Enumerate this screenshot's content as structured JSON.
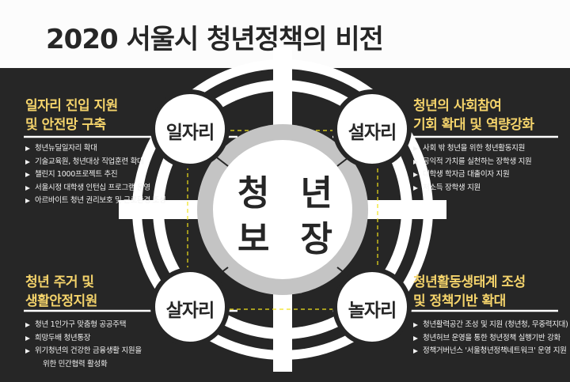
{
  "title": "2020 서울시 청년정책의 비전",
  "center": {
    "line1": [
      "청",
      "년"
    ],
    "line2": [
      "보",
      "장"
    ]
  },
  "nodes": {
    "top_left": "일자리",
    "top_right": "설자리",
    "bottom_left": "살자리",
    "bottom_right": "놀자리"
  },
  "panels": {
    "top_left": {
      "title_lines": [
        "일자리 진입 지원",
        "및 안전망 구축"
      ],
      "items": [
        "청년뉴딜일자리 확대",
        "기술교육원, 청년대상 직업훈련 확대",
        "챌린지 1000프로젝트 추진",
        "서울시정 대학생 인턴십 프로그램 운영",
        "아르바이트 청년 권리보호 및 근로환경 조성"
      ]
    },
    "top_right": {
      "title_lines": [
        "청년의 사회참여",
        "기회 확대 및 역량강화"
      ],
      "items": [
        "사회 밖 청년을 위한 청년활동지원",
        "공익적 가치를 실천하는 장학생 지원",
        "대학생 학자금 대출이자 지원",
        "저소득 장학생 지원"
      ]
    },
    "bottom_left": {
      "title_lines": [
        "청년 주거 및",
        "생활안정지원"
      ],
      "items": [
        "청년 1인가구 맞춤형 공공주택",
        "희망두배 청년통장",
        "위기청년의 건강한 금융생활 지원을"
      ],
      "continuation": "위한 민간협력 활성화"
    },
    "bottom_right": {
      "title_lines": [
        "청년활동생태계 조성",
        "및 정책기반 확대"
      ],
      "items": [
        "청년활력공간 조성 및 지원 (청년청, 무중력지대)",
        "청년허브 운영을 통한 청년정책 실행기반 강화",
        "정책거버넌스 '서울청년정책네트워크' 운영 지원"
      ]
    }
  },
  "colors": {
    "background": "#262626",
    "accent": "#f4d36b",
    "guide_dash": "#f1e21a",
    "ring": "#ffffff",
    "hub_ring": "#c4c4c4"
  }
}
